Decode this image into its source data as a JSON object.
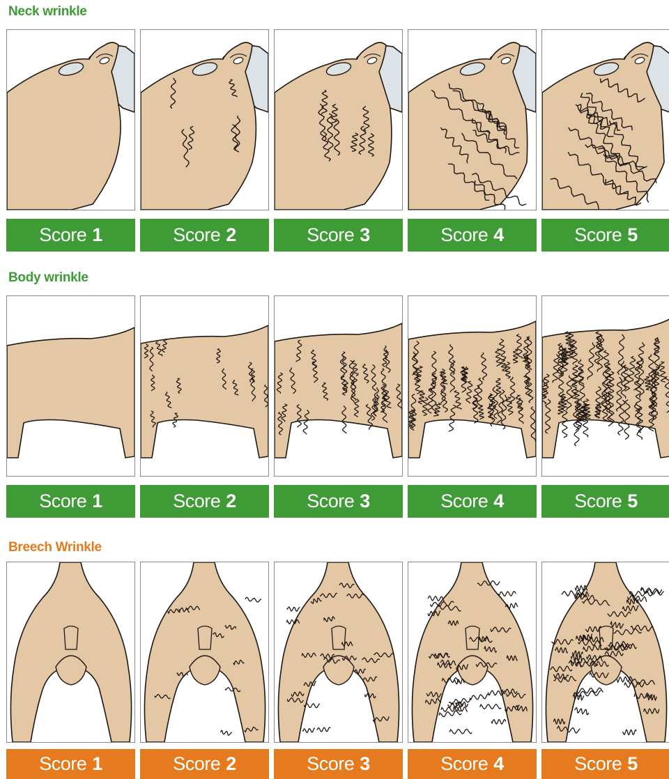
{
  "colors": {
    "green": "#3f9b35",
    "orange": "#e57b1e",
    "wool": "#e4c7a4",
    "face": "#dde2e6",
    "outline": "#1e1712"
  },
  "sections": [
    {
      "title": "Neck wrinkle",
      "kind": "neck",
      "color": "green",
      "scores": [
        {
          "label": "Score",
          "num": "1"
        },
        {
          "label": "Score",
          "num": "2"
        },
        {
          "label": "Score",
          "num": "3"
        },
        {
          "label": "Score",
          "num": "4"
        },
        {
          "label": "Score",
          "num": "5"
        }
      ]
    },
    {
      "title": "Body wrinkle",
      "kind": "body",
      "color": "green",
      "scores": [
        {
          "label": "Score",
          "num": "1"
        },
        {
          "label": "Score",
          "num": "2"
        },
        {
          "label": "Score",
          "num": "3"
        },
        {
          "label": "Score",
          "num": "4"
        },
        {
          "label": "Score",
          "num": "5"
        }
      ]
    },
    {
      "title": "Breech Wrinkle",
      "kind": "breech",
      "color": "orange",
      "scores": [
        {
          "label": "Score",
          "num": "1"
        },
        {
          "label": "Score",
          "num": "2"
        },
        {
          "label": "Score",
          "num": "3"
        },
        {
          "label": "Score",
          "num": "4"
        },
        {
          "label": "Score",
          "num": "5"
        }
      ]
    }
  ]
}
